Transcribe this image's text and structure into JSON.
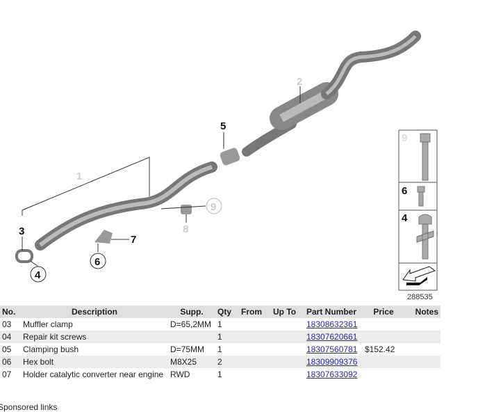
{
  "diagram": {
    "labels": {
      "l1": "1",
      "l2": "2",
      "l3": "3",
      "l4": "4",
      "l5": "5",
      "l6": "6",
      "l7": "7",
      "l8": "8",
      "l9": "9",
      "side9": "9",
      "side6": "6",
      "side4": "4",
      "ref": "288535"
    }
  },
  "table": {
    "headers": [
      "No.",
      "Description",
      "Supp.",
      "Qty",
      "From",
      "Up To",
      "Part Number",
      "Price",
      "Notes"
    ],
    "rows": [
      {
        "no": "03",
        "desc": "Muffler clamp",
        "supp": "D=65,2MM",
        "qty": "1",
        "from": "",
        "upto": "",
        "part": "18308632361",
        "price": "",
        "notes": ""
      },
      {
        "no": "04",
        "desc": "Repair kit screws",
        "supp": "",
        "qty": "1",
        "from": "",
        "upto": "",
        "part": "18307620661",
        "price": "",
        "notes": ""
      },
      {
        "no": "05",
        "desc": "Clamping bush",
        "supp": "D=75MM",
        "qty": "1",
        "from": "",
        "upto": "",
        "part": "18307560781",
        "price": "$152.42",
        "notes": ""
      },
      {
        "no": "06",
        "desc": "Hex bolt",
        "supp": "M8X25",
        "qty": "2",
        "from": "",
        "upto": "",
        "part": "18309909376",
        "price": "",
        "notes": ""
      },
      {
        "no": "07",
        "desc": "Holder catalytic converter near engine",
        "supp": "RWD",
        "qty": "1",
        "from": "",
        "upto": "",
        "part": "18307633092",
        "price": "",
        "notes": ""
      }
    ]
  },
  "sponsored": "Sponsored links"
}
